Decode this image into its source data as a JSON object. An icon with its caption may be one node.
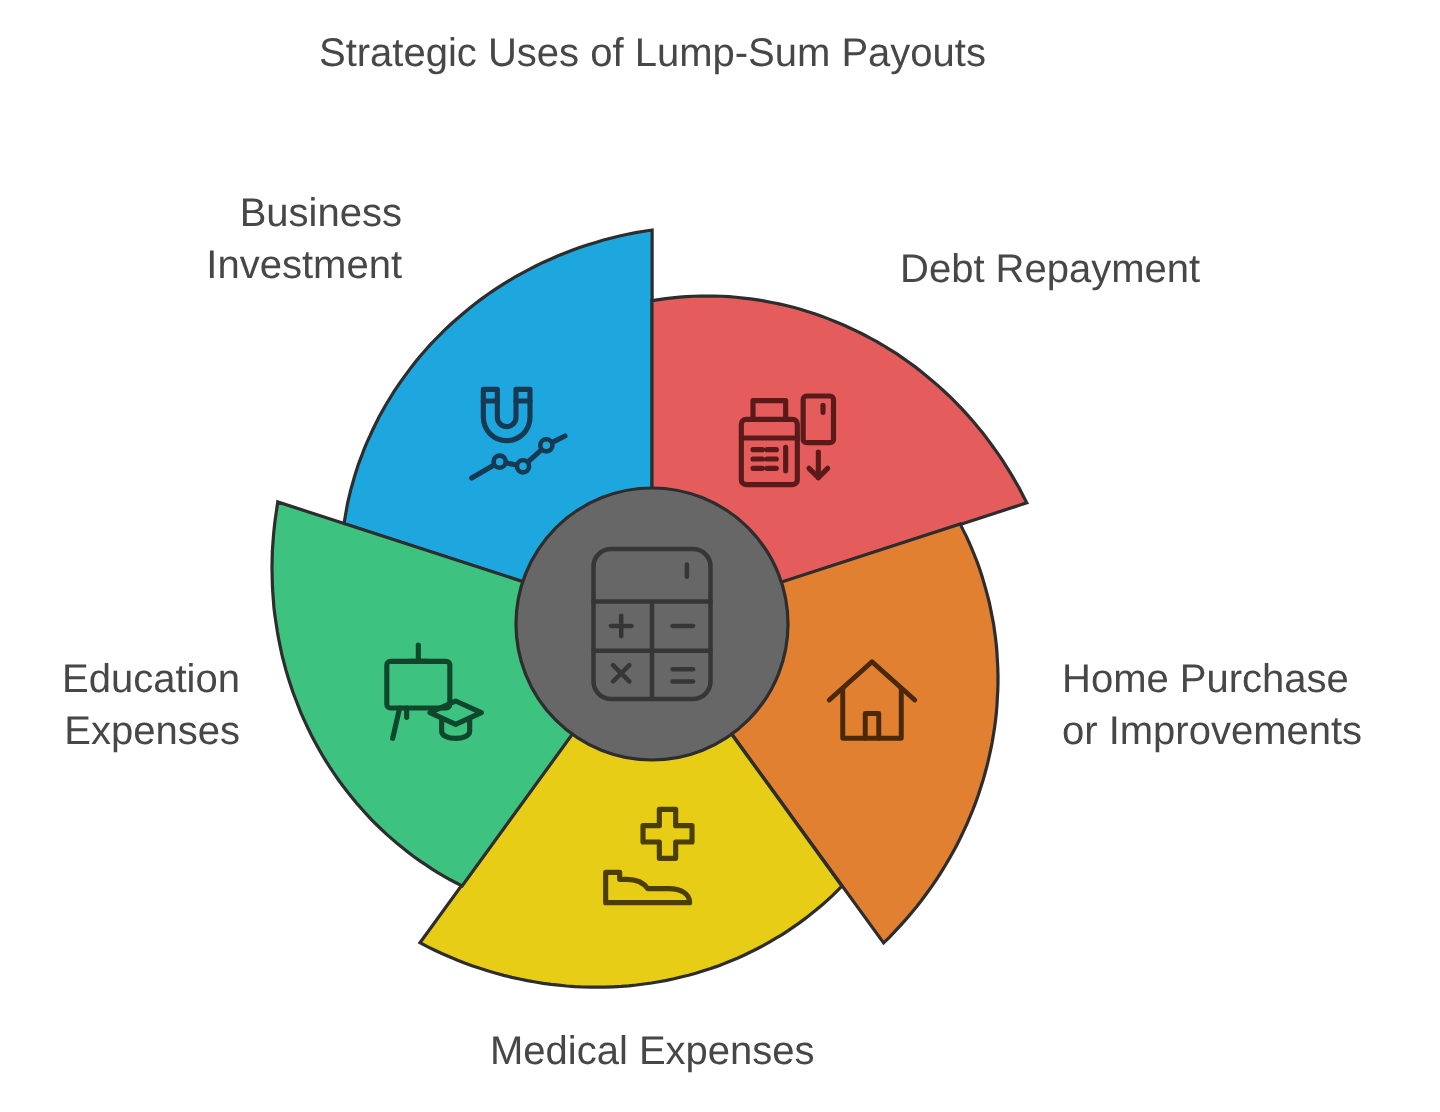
{
  "diagram": {
    "title": "Strategic Uses of Lump-Sum Payouts",
    "nodes": [
      {
        "text": [],
        "shape": "circle"
      },
      {
        "text": [
          "Business Investment"
        ]
      },
      {
        "text": [
          "Debt Repayment"
        ]
      },
      {
        "text": [
          "Home Purchase or Improvements"
        ]
      },
      {
        "text": [
          "Medical Expenses"
        ]
      },
      {
        "text": [
          "Education Expenses"
        ]
      }
    ]
  }
}
